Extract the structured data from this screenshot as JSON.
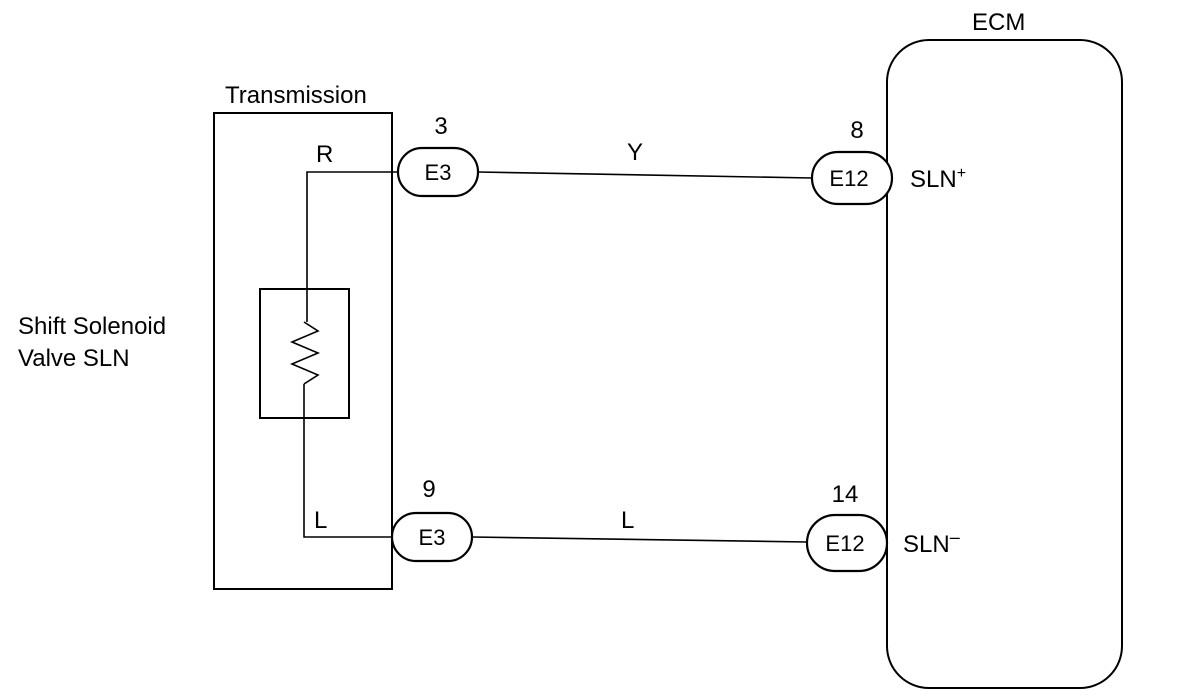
{
  "labels": {
    "transmission": "Transmission",
    "ecm": "ECM",
    "solenoid_line1": "Shift Solenoid",
    "solenoid_line2": "Valve SLN"
  },
  "connectors": {
    "top_left": {
      "id": "E3",
      "pin": "3"
    },
    "bottom_left": {
      "id": "E3",
      "pin": "9"
    },
    "top_right": {
      "id": "E12",
      "pin": "8"
    },
    "bottom_right": {
      "id": "E12",
      "pin": "14"
    }
  },
  "wires": {
    "internal_top": "R",
    "internal_bottom": "L",
    "top": "Y",
    "bottom": "L"
  },
  "terminals": {
    "top": {
      "name": "SLN",
      "sign": "+"
    },
    "bottom": {
      "name": "SLN",
      "sign": "–"
    }
  }
}
